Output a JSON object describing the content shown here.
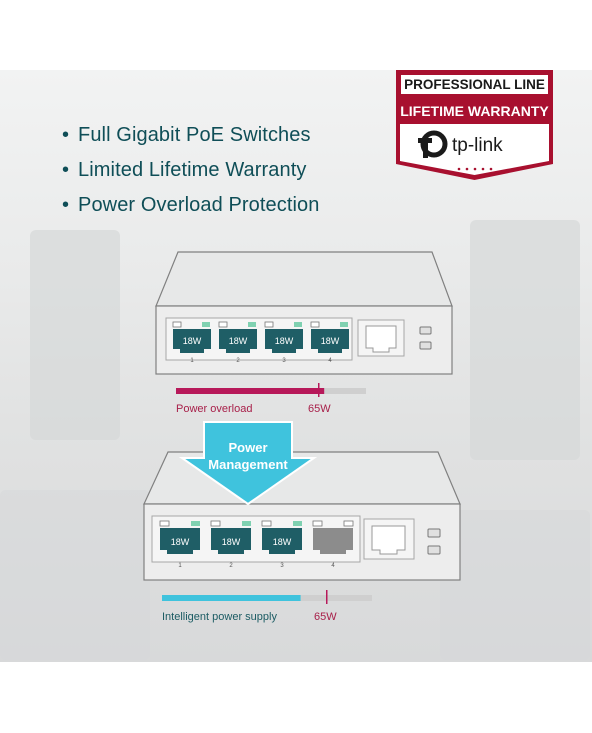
{
  "features": [
    "Full Gigabit PoE Switches",
    "Limited Lifetime Warranty",
    "Power Overload Protection"
  ],
  "badge": {
    "line1": "PROFESSIONAL LINE",
    "line2": "LIFETIME WARRANTY",
    "brand": "tp-link"
  },
  "top_switch": {
    "ports": [
      {
        "label": "18W",
        "number": "1"
      },
      {
        "label": "18W",
        "number": "2"
      },
      {
        "label": "18W",
        "number": "3"
      },
      {
        "label": "18W",
        "number": "4"
      }
    ],
    "bar_label": "Power overload",
    "limit_label": "65W",
    "load_fraction": 0.78
  },
  "arrow": {
    "line1": "Power",
    "line2": "Management"
  },
  "bottom_switch": {
    "ports": [
      {
        "label": "18W",
        "number": "1"
      },
      {
        "label": "18W",
        "number": "2"
      },
      {
        "label": "18W",
        "number": "3"
      },
      {
        "label": "",
        "number": "4"
      }
    ],
    "bar_label": "Intelligent power supply",
    "limit_label": "65W",
    "load_fraction": 0.66
  },
  "colors": {
    "text_teal": "#0f4e57",
    "brand_red": "#a8102f",
    "overload_magenta": "#b7195a",
    "supply_cyan": "#3fc3dd",
    "port_teal": "#1f5e66",
    "led_green": "#7fd1b1"
  }
}
